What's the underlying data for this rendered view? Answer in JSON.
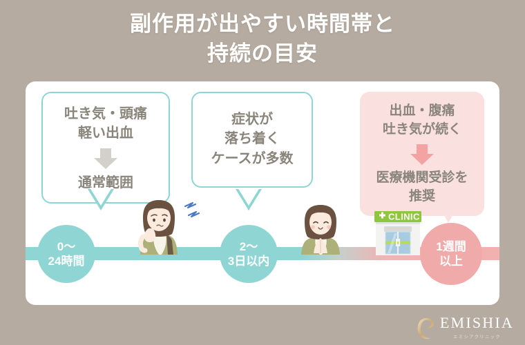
{
  "page": {
    "background_color": "#b5aba0",
    "card_color": "#ffffff"
  },
  "title": {
    "line1": "副作用が出やすい時間帯と",
    "line2": "持続の目安"
  },
  "theme": {
    "teal": "#8ed5d3",
    "pink": "#f0aaa9",
    "pink_light": "#fbe0e0",
    "pink_arrow": "#f4a3a3",
    "gray_text": "#89857a",
    "gray_arrow": "#d2d0c9",
    "clinic_green": "#8dc63f"
  },
  "callouts": [
    {
      "id": "early-phase",
      "style": "teal-outline",
      "symptom_lines": [
        "吐き気・頭痛",
        "軽い出血"
      ],
      "arrow": "down-arrow-gray",
      "conclusion_lines": [
        "通常範囲"
      ]
    },
    {
      "id": "settling-phase",
      "style": "teal-outline",
      "symptom_lines": [
        "症状が",
        "落ち着く",
        "ケースが多数"
      ],
      "arrow": null,
      "conclusion_lines": []
    },
    {
      "id": "warning-phase",
      "style": "pink-filled",
      "symptom_lines": [
        "出血・腹痛",
        "吐き気が続く"
      ],
      "arrow": "down-arrow-pink",
      "conclusion_lines": [
        "医療機関受診を",
        "推奨"
      ]
    }
  ],
  "timeline": {
    "markers": [
      {
        "id": "marker-0-24h",
        "color": "teal",
        "lines": [
          "0〜",
          "24時間"
        ]
      },
      {
        "id": "marker-2-3d",
        "color": "teal",
        "lines": [
          "2〜",
          "3日以内"
        ]
      },
      {
        "id": "marker-1week",
        "color": "pink",
        "lines": [
          "1週間",
          "以上"
        ]
      }
    ]
  },
  "illustrations": [
    {
      "id": "woman-unwell",
      "name": "woman-with-headache-illustration"
    },
    {
      "id": "woman-relieved",
      "name": "woman-relieved-illustration"
    },
    {
      "id": "clinic-building",
      "name": "clinic-building-illustration",
      "sign_label": "CLINIC"
    }
  ],
  "logo": {
    "name": "EMISHIA",
    "subtitle": "エミシアクリニック"
  }
}
